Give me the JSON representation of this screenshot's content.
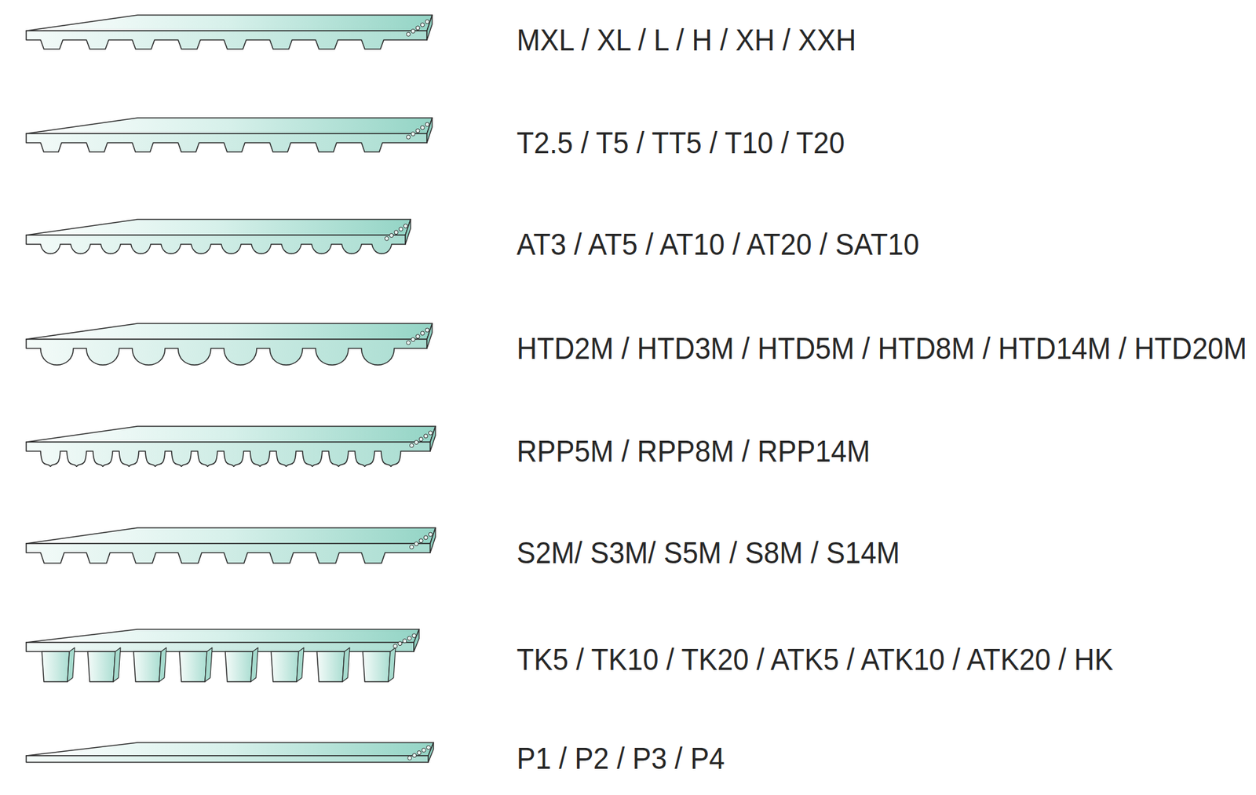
{
  "diagram": {
    "labels": [
      "MXL / XL / L / H / XH / XXH",
      "T2.5 / T5 / TT5 / T10 / T20",
      "AT3 / AT5 / AT10 / AT20 / SAT10",
      "HTD2M / HTD3M / HTD5M / HTD8M / HTD14M / HTD20M",
      "RPP5M / RPP8M / RPP14M",
      "S2M/ S3M/ S5M / S8M / S14M",
      "TK5 / TK10 / TK20 / ATK5 / ATK10 / ATK20 / HK",
      "P1 / P2 / P3 / P4"
    ]
  }
}
